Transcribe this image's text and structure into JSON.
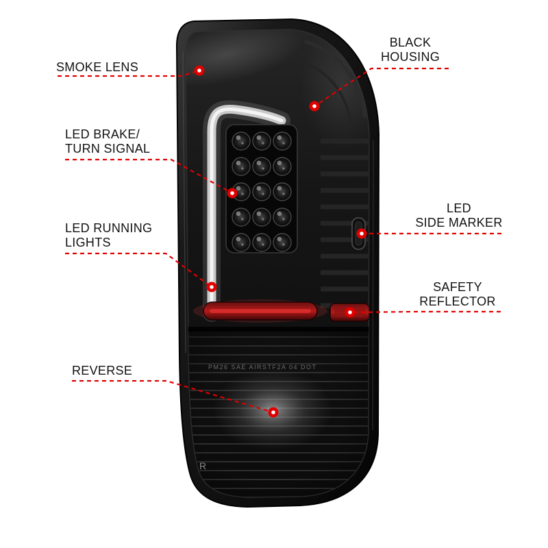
{
  "callouts": [
    {
      "id": "smoke-lens",
      "lines": [
        "SMOKE LENS"
      ]
    },
    {
      "id": "black-housing",
      "lines": [
        "BLACK",
        "HOUSING"
      ]
    },
    {
      "id": "led-brake-turn-signal",
      "lines": [
        "LED BRAKE/",
        "TURN SIGNAL"
      ]
    },
    {
      "id": "led-running-lights",
      "lines": [
        "LED RUNNING",
        "LIGHTS"
      ]
    },
    {
      "id": "led-side-marker",
      "lines": [
        "LED",
        "SIDE MARKER"
      ]
    },
    {
      "id": "safety-reflector",
      "lines": [
        "SAFETY",
        "REFLECTOR"
      ]
    },
    {
      "id": "reverse",
      "lines": [
        "REVERSE"
      ]
    }
  ],
  "product": {
    "lens_marking": "PM26 SAE AIRSTF2A 04 DOT",
    "housing_letter": "R"
  },
  "colors": {
    "callout_red": "#e10000",
    "background": "#ffffff",
    "housing_black": "#0a0a0a"
  }
}
